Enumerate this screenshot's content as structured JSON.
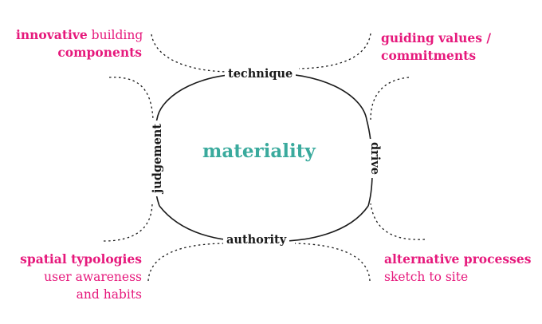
{
  "center": {
    "label": "materiality",
    "color": "#3aaa9d"
  },
  "axes": {
    "top": "technique",
    "bottom": "authority",
    "left": "judgement",
    "right": "drive"
  },
  "annotations": {
    "top_left": {
      "line1_bold": "innovative",
      "line1_regular": "building",
      "line2_bold": "components"
    },
    "top_right": {
      "line1": "guiding values /",
      "line2": "commitments"
    },
    "bottom_left": {
      "line1_bold": "spatial typologies",
      "line2": "user awareness",
      "line3": "and habits"
    },
    "bottom_right": {
      "line1_bold": "alternative processes",
      "line2": "sketch to site"
    }
  },
  "colors": {
    "accent": "#e6197c",
    "line": "#1a1a1a"
  }
}
